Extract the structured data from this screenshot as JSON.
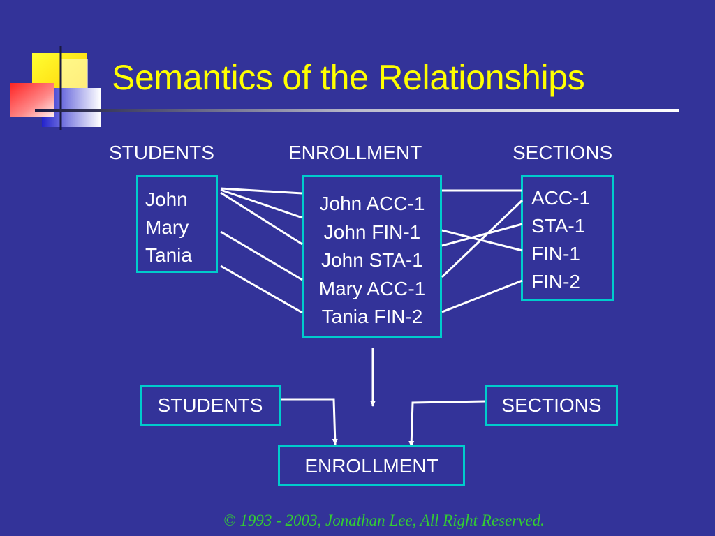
{
  "slide": {
    "title": "Semantics of the Relationships",
    "footer": "© 1993 - 2003, Jonathan Lee, All Right Reserved."
  },
  "headers": {
    "students": "STUDENTS",
    "enrollment": "ENROLLMENT",
    "sections": "SECTIONS"
  },
  "students": [
    "John",
    "Mary",
    "Tania"
  ],
  "enrollment": [
    "John ACC-1",
    "John FIN-1",
    "John STA-1",
    "Mary ACC-1",
    "Tania FIN-2"
  ],
  "sections": [
    "ACC-1",
    "STA-1",
    "FIN-1",
    "FIN-2"
  ],
  "summary": {
    "students": "STUDENTS",
    "sections": "SECTIONS",
    "enrollment": "ENROLLMENT"
  },
  "colors": {
    "background": "#333399",
    "title": "#ffff00",
    "box_border": "#00cccc",
    "text": "#ffffff",
    "footer": "#33cc33"
  }
}
